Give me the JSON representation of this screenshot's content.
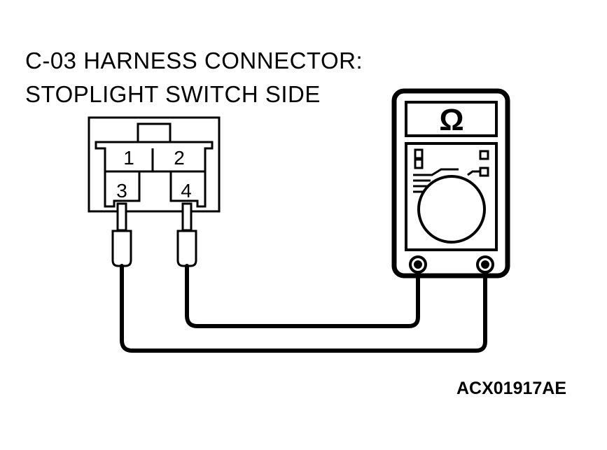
{
  "title": {
    "line1": "C-03 HARNESS CONNECTOR:",
    "line2": "STOPLIGHT SWITCH SIDE"
  },
  "connector": {
    "pins": [
      {
        "label": "1"
      },
      {
        "label": "2"
      },
      {
        "label": "3"
      },
      {
        "label": "4"
      }
    ]
  },
  "meter": {
    "display": "Ω"
  },
  "reference": "ACX01917AE",
  "colors": {
    "stroke": "#000000",
    "background": "#ffffff"
  }
}
